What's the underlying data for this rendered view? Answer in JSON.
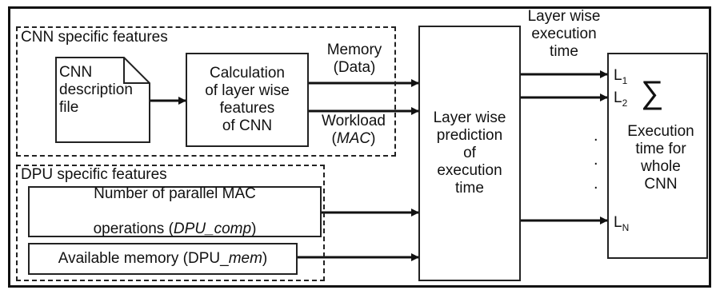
{
  "cnn_group": {
    "title": "CNN specific features"
  },
  "dpu_group": {
    "title": "DPU specific features"
  },
  "cnn_file": {
    "label": "CNN\ndescription\nfile"
  },
  "calc_box": {
    "label": "Calculation\nof layer wise\nfeatures\nof CNN"
  },
  "memory_label": {
    "line1": "Memory",
    "line2": "(Data)"
  },
  "workload_label": {
    "line1": "Workload",
    "line2_open": "(",
    "line2_italic": "MAC",
    "line2_close": ")"
  },
  "dpu_comp_box": {
    "line1": "Number of parallel MAC",
    "line2_pre": "operations (",
    "line2_italic": "DPU_comp",
    "line2_post": ")"
  },
  "dpu_mem_box": {
    "pre": "Available memory (DPU_",
    "italic": "mem",
    "post": ")"
  },
  "predict_box": {
    "label": "Layer wise\nprediction\nof\nexecution\ntime"
  },
  "layer_time_label": {
    "label": "Layer wise\nexecution\ntime"
  },
  "exec_box": {
    "label": "Execution\ntime for\nwhole\nCNN",
    "l1": "L",
    "l1_sub": "1",
    "l2": "L",
    "l2_sub": "2",
    "ln": "L",
    "ln_sub": "N",
    "sigma": "∑",
    "dots": "."
  }
}
